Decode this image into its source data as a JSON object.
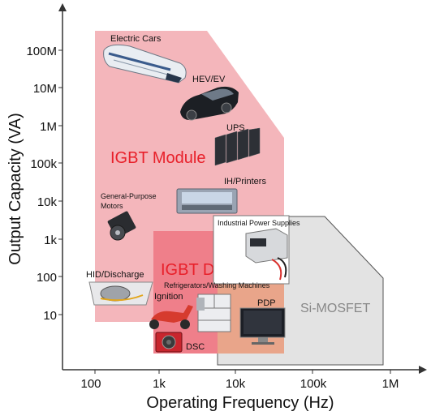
{
  "axes": {
    "x_label": "Operating Frequency (Hz)",
    "y_label": "Output Capacity (VA)",
    "x_ticks": [
      "100",
      "1k",
      "10k",
      "100k",
      "1M"
    ],
    "y_ticks": [
      "100M",
      "10M",
      "1M",
      "100k",
      "10k",
      "1k",
      "100",
      "10"
    ]
  },
  "regions": {
    "igbt_module": {
      "label": "IGBT Module",
      "color": "#f4b6bb",
      "label_color": "#e8202a"
    },
    "igbt_discrete": {
      "label": "IGBT Discrete",
      "color": "#ef7f8a",
      "label_color": "#e8202a"
    },
    "si_mosfet": {
      "label": "Si-MOSFET",
      "color": "#e3e3e3",
      "label_color": "#888888"
    },
    "overlap_color": "#e9a58a"
  },
  "applications": [
    {
      "label": "Electric Cars",
      "icon": "train-icon"
    },
    {
      "label": "HEV/EV",
      "icon": "car-icon"
    },
    {
      "label": "UPS",
      "icon": "server-rack-icon"
    },
    {
      "label": "IH/Printers",
      "icon": "printer-icon"
    },
    {
      "label": "General-Purpose Motors",
      "icon": "motor-icon"
    },
    {
      "label": "Industrial Power Supplies",
      "icon": "power-supply-icon"
    },
    {
      "label": "HID/Discharge",
      "icon": "headlight-icon"
    },
    {
      "label": "Refrigerators/Washing Machines",
      "icon": "refrigerator-icon"
    },
    {
      "label": "Ignition",
      "icon": "scooter-icon"
    },
    {
      "label": "PDP",
      "icon": "monitor-icon"
    },
    {
      "label": "DSC",
      "icon": "camera-icon"
    }
  ]
}
